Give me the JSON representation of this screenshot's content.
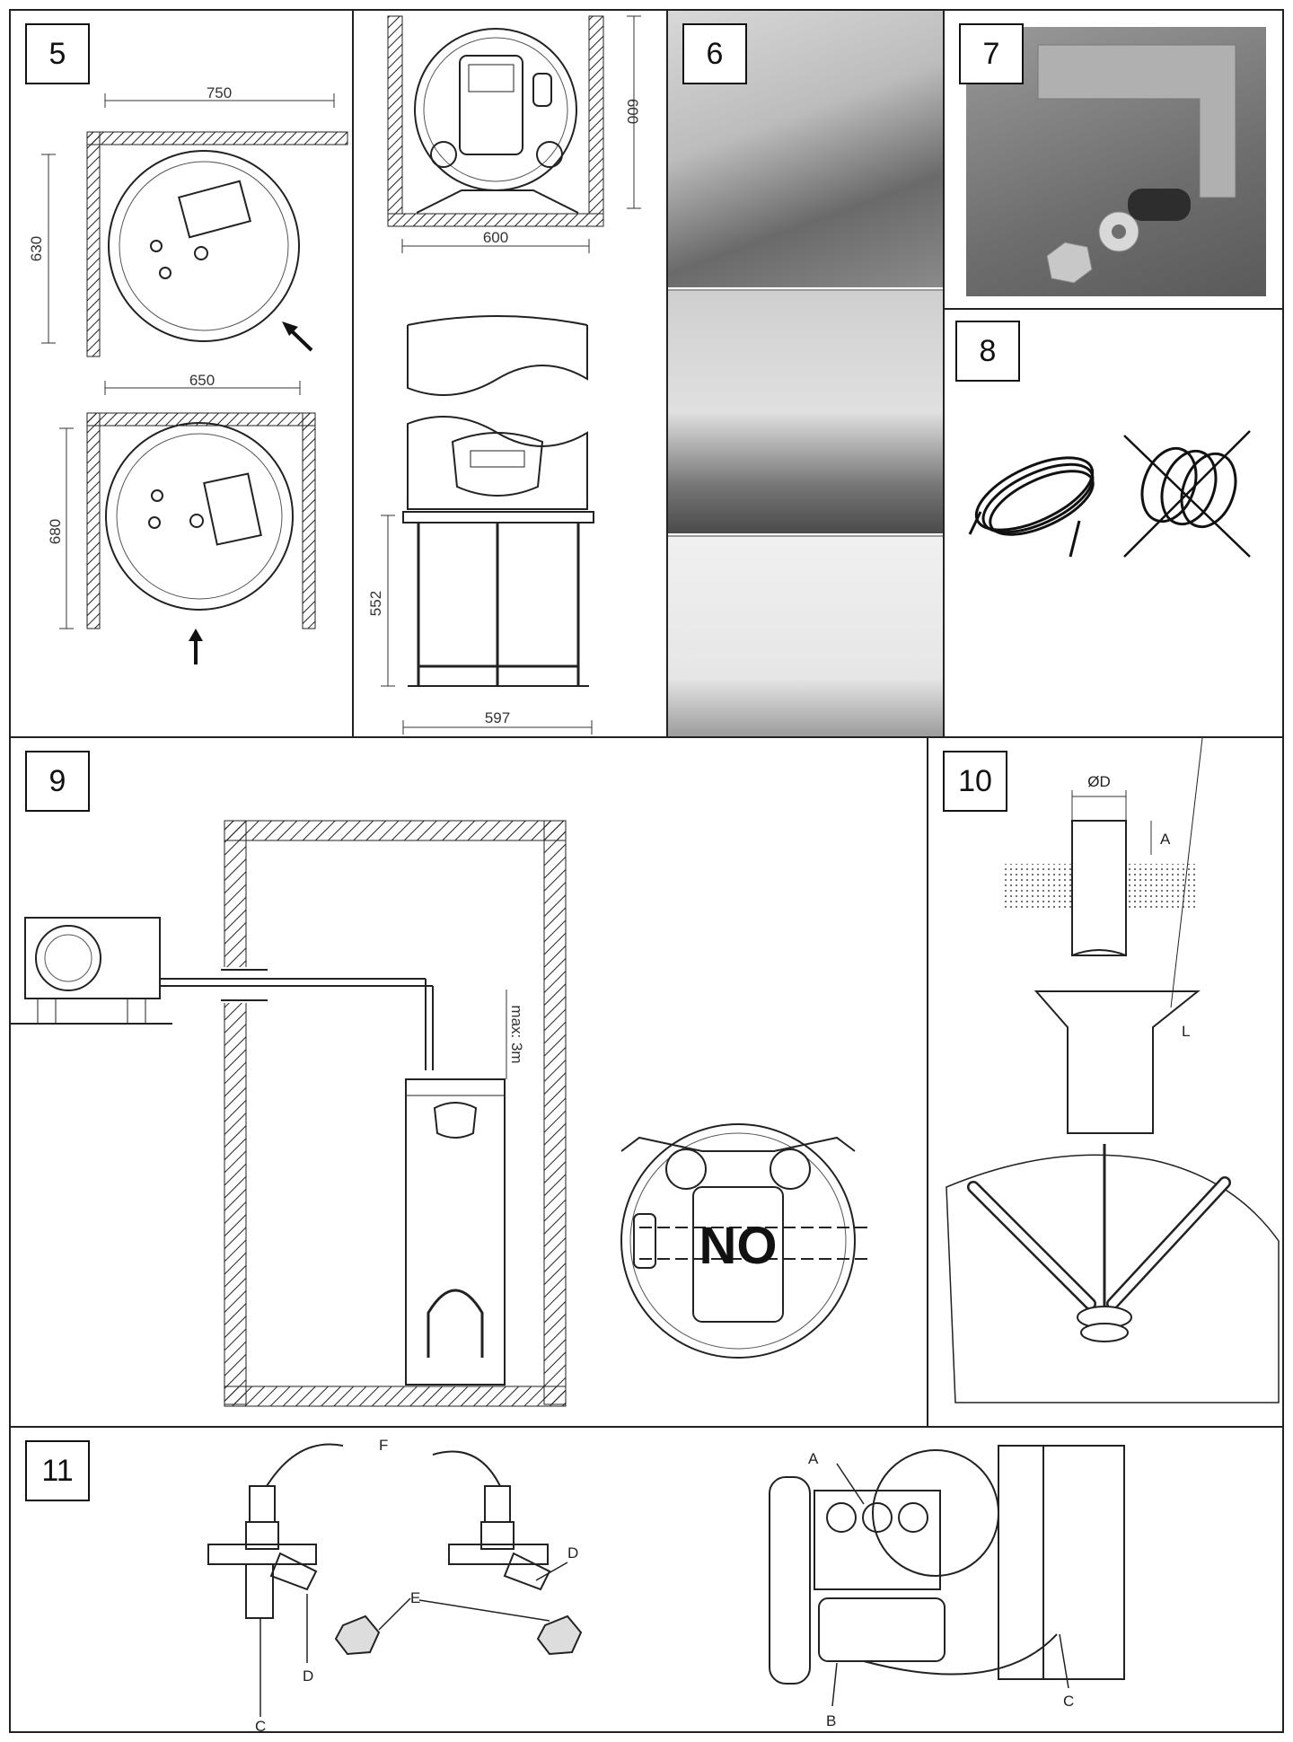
{
  "panels": {
    "p5": {
      "number": "5"
    },
    "p6": {
      "number": "6"
    },
    "p7": {
      "number": "7"
    },
    "p8": {
      "number": "8"
    },
    "p9": {
      "number": "9"
    },
    "p10": {
      "number": "10"
    },
    "p11": {
      "number": "11"
    }
  },
  "dimensions": {
    "d750": "750",
    "d630": "630",
    "d650": "650",
    "d680": "680",
    "d600_side": "600",
    "d600_bottom": "600",
    "d552": "552",
    "d597": "597",
    "max3m": "max: 3m"
  },
  "labels": {
    "no": "NO",
    "od": "ØD",
    "a": "A",
    "l": "L",
    "f": "F",
    "d1": "D",
    "d2": "D",
    "e": "E",
    "c1": "C",
    "a2": "A",
    "b": "B",
    "c2": "C"
  },
  "colors": {
    "line": "#222222",
    "photo_dark": "#555555",
    "photo_light": "#e8e8e8"
  }
}
